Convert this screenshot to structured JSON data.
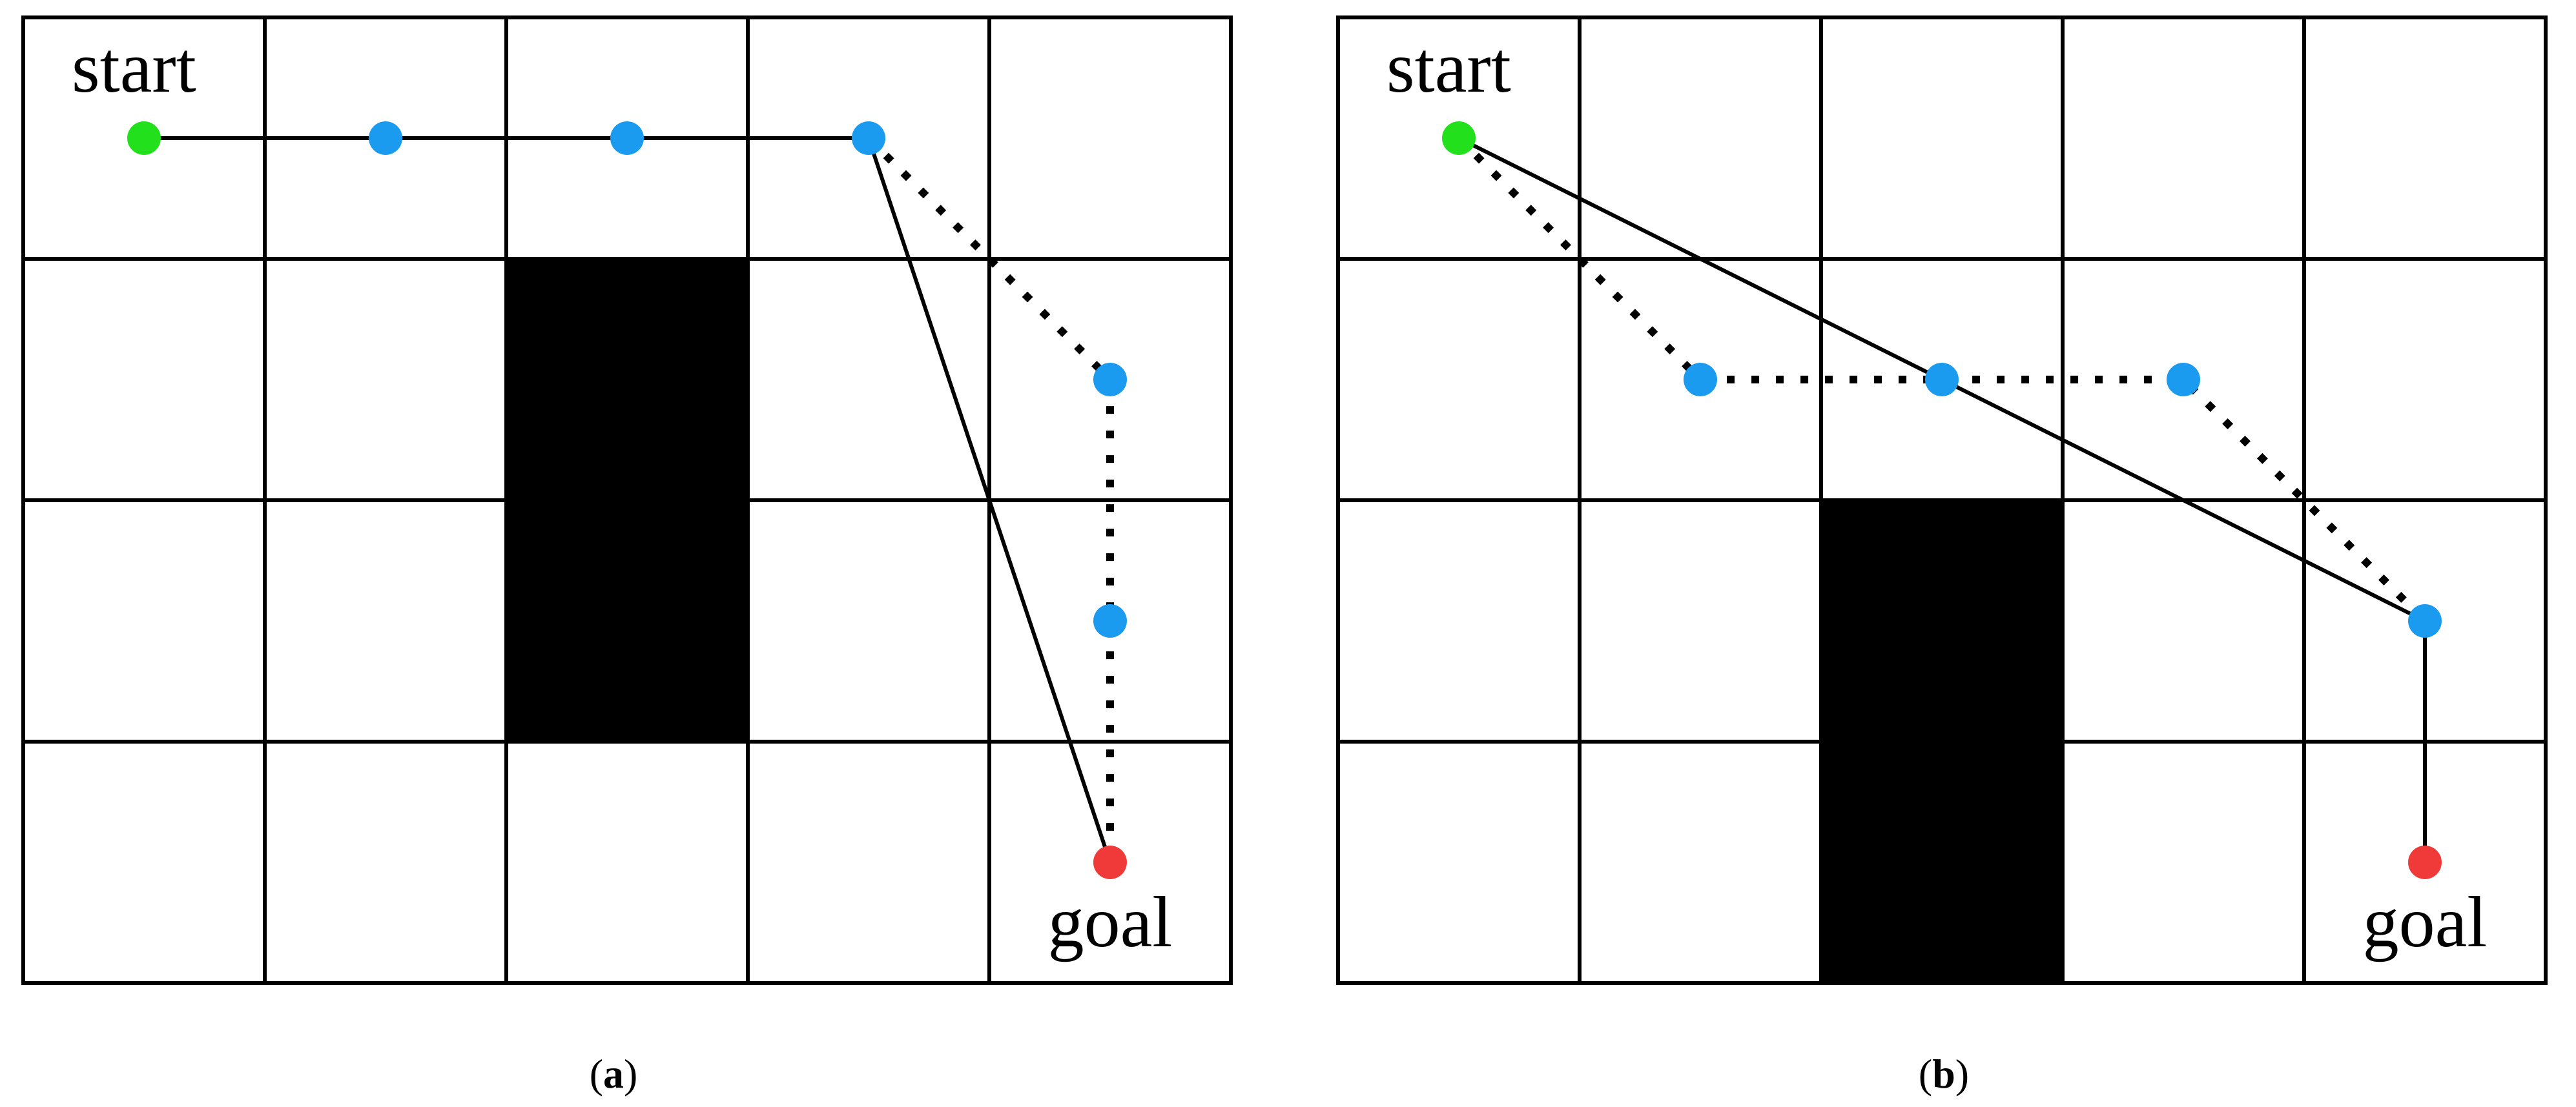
{
  "colors": {
    "start": "#22e01c",
    "waypoint": "#1a9bf0",
    "goal": "#f03a3a",
    "obstacle": "#000000",
    "grid": "#000000",
    "background": "#ffffff"
  },
  "panels": [
    {
      "id": "a",
      "label_prefix": "(",
      "label_letter": "a",
      "label_suffix": ")",
      "grid": {
        "cols": 5,
        "rows": 4
      },
      "obstacles": [
        {
          "col": 2,
          "row": 1,
          "w": 1,
          "h": 2
        }
      ],
      "start": {
        "col": 0,
        "row": 0,
        "label": "start"
      },
      "goal": {
        "col": 4,
        "row": 3,
        "label": "goal"
      },
      "waypoints": [
        {
          "col": 1,
          "row": 0
        },
        {
          "col": 2,
          "row": 0
        },
        {
          "col": 3,
          "row": 0
        },
        {
          "col": 4,
          "row": 1
        },
        {
          "col": 4,
          "row": 2
        }
      ],
      "solid_path": [
        [
          0,
          0
        ],
        [
          1,
          0
        ],
        [
          2,
          0
        ],
        [
          3,
          0
        ],
        [
          4,
          3
        ]
      ],
      "dotted_path": [
        [
          3,
          0
        ],
        [
          4,
          1
        ],
        [
          4,
          2
        ],
        [
          4,
          3
        ]
      ]
    },
    {
      "id": "b",
      "label_prefix": "(",
      "label_letter": "b",
      "label_suffix": ")",
      "grid": {
        "cols": 5,
        "rows": 4
      },
      "obstacles": [
        {
          "col": 2,
          "row": 2,
          "w": 1,
          "h": 2
        }
      ],
      "start": {
        "col": 0,
        "row": 0,
        "label": "start"
      },
      "goal": {
        "col": 4,
        "row": 3,
        "label": "goal"
      },
      "waypoints": [
        {
          "col": 1,
          "row": 1
        },
        {
          "col": 2,
          "row": 1
        },
        {
          "col": 3,
          "row": 1
        },
        {
          "col": 4,
          "row": 2
        }
      ],
      "solid_path": [
        [
          0,
          0
        ],
        [
          4,
          2
        ],
        [
          4,
          3
        ]
      ],
      "dotted_path": [
        [
          0,
          0
        ],
        [
          1,
          1
        ],
        [
          2,
          1
        ],
        [
          3,
          1
        ],
        [
          4,
          2
        ]
      ]
    }
  ]
}
